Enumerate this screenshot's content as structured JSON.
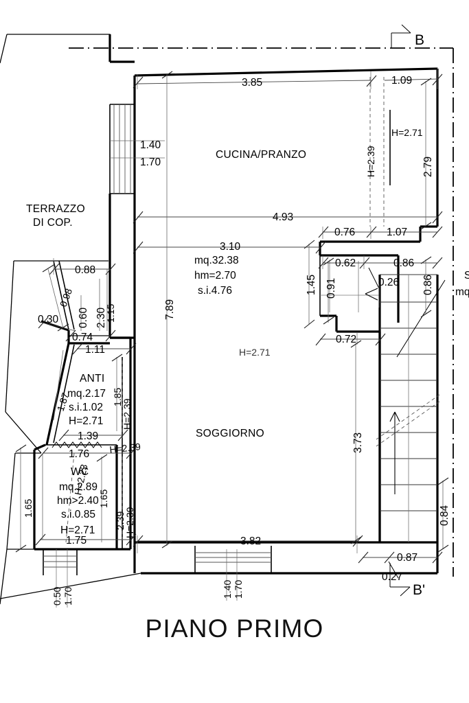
{
  "drawing": {
    "title": "PIANO PRIMO",
    "type": "architectural-floor-plan",
    "language": "it"
  },
  "section_markers": {
    "top": "B",
    "bottom": "B'"
  },
  "rooms": [
    {
      "key": "cucina_pranzo",
      "name": "CUCINA/PRANZO",
      "height_note": "H=2.71"
    },
    {
      "key": "soggiorno",
      "name": "SOGGIORNO",
      "area": "mq.32.38",
      "mean_height": "hm=2.70",
      "surface_illuminating": "s.i.4.76",
      "height_note": "H=2.71"
    },
    {
      "key": "anti",
      "name": "ANTI",
      "area": "mq.2.17",
      "surface_illuminating": "s.i.1.02",
      "height_note": "H=2.71"
    },
    {
      "key": "wc",
      "name": "WC",
      "area": "mq.2.89",
      "mean_height": "hm>2.40",
      "surface_illuminating": "s.i.0.85",
      "height_note": "H=2.71"
    },
    {
      "key": "terrazzo",
      "name_line1": "TERRAZZO",
      "name_line2": "DI COP."
    }
  ],
  "dimensions": {
    "top_chain": [
      "3.85",
      "1.09"
    ],
    "cucina_right": [
      "H=2.71",
      "2.79",
      "H=2.39"
    ],
    "left_openings_top": [
      "1.40",
      "1.70"
    ],
    "mid_chain": [
      "4.93",
      "0.76",
      "1.07"
    ],
    "soggiorno_top": "3.10",
    "left_vertical_main": "7.89",
    "right_block": [
      "1.45",
      "0.62",
      "0.86",
      "0.91",
      "0.26",
      "0.86",
      "0.72"
    ],
    "stair_vertical": "3.73",
    "stair_right": "0.84",
    "terrazzo_detail": [
      "0.88",
      "0.98",
      "0.30",
      "0.60",
      "0.74",
      "2.30",
      "1.15",
      "1.11"
    ],
    "anti_detail": [
      "1.87",
      "1.39",
      "1.85",
      "H=2.39",
      "H=2.39"
    ],
    "wc_detail": [
      "1.76",
      "2.23",
      "H=2.23",
      "1.65",
      "1.65",
      "1.75",
      "H=2.39",
      "2.39"
    ],
    "bottom_chain": [
      "3.82",
      "0.87",
      "0.27"
    ],
    "bottom_openings": [
      "1.40",
      "1.70",
      "0.50",
      "1.70"
    ]
  },
  "edge_labels": {
    "right_cut_1": "S",
    "right_cut_2": "mq"
  },
  "colors": {
    "ink": "#000000",
    "dim_ink": "#444444",
    "paper": "#ffffff"
  }
}
